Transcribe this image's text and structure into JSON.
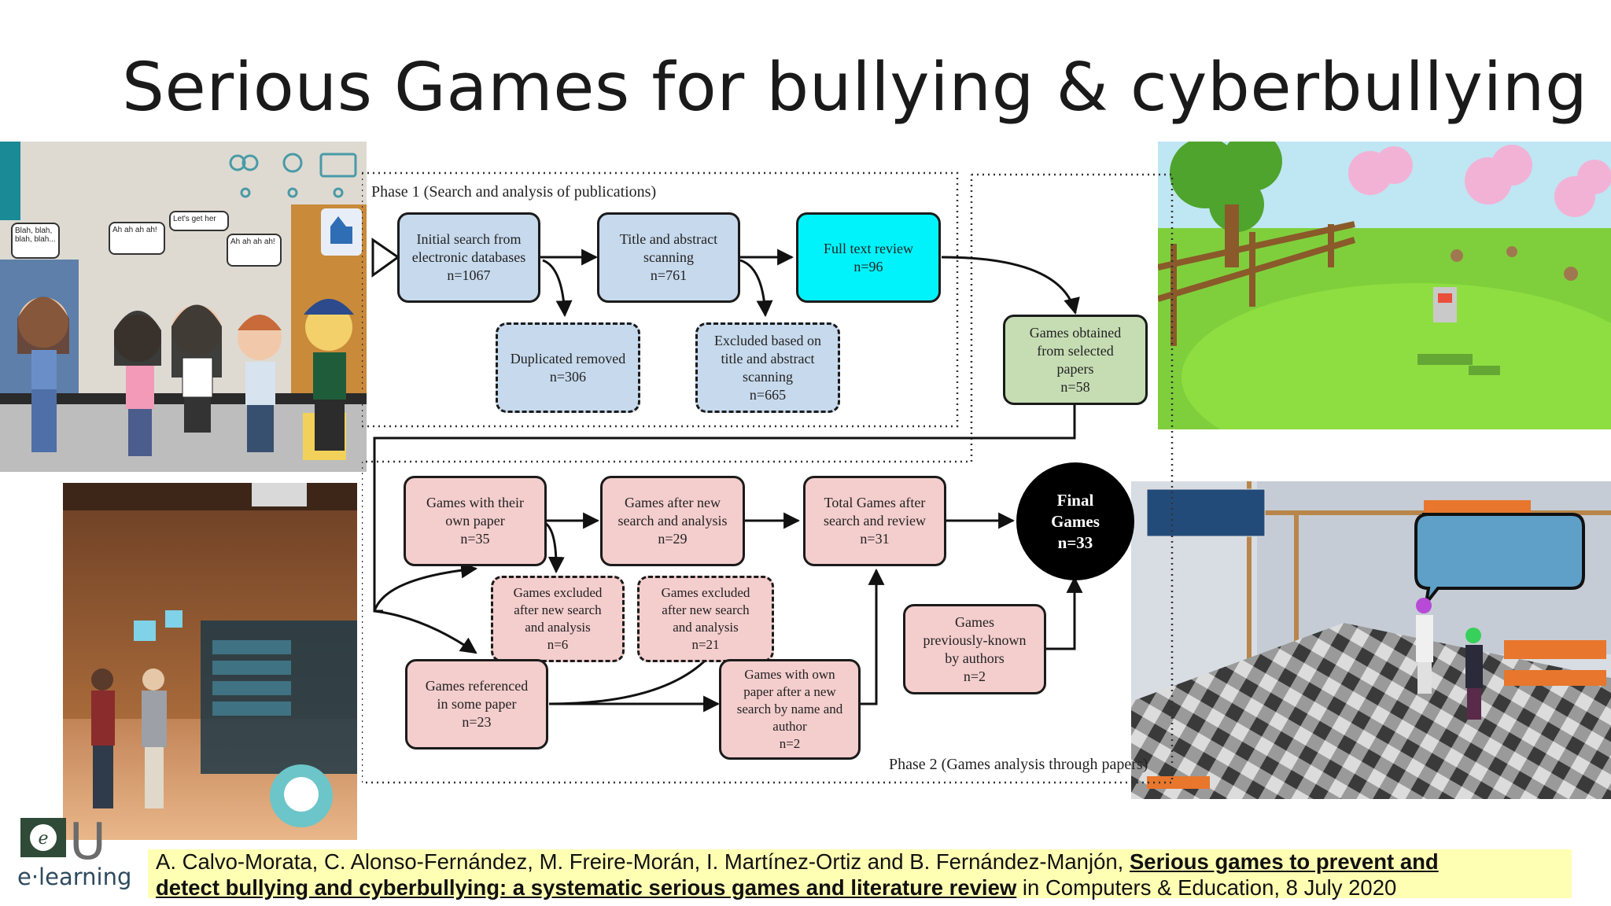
{
  "slide": {
    "title": "Serious Games for bullying & cyberbullying"
  },
  "diagram": {
    "phase1_label": "Phase 1 (Search and analysis of publications)",
    "phase2_label": "Phase 2 (Games analysis through papers)",
    "nodes": {
      "initial": {
        "l1": "Initial search from",
        "l2": "electronic databases",
        "l3": "n=1067"
      },
      "title_abs": {
        "l1": "Title and abstract",
        "l2": "scanning",
        "l3": "n=761"
      },
      "full_text": {
        "l1": "Full text review",
        "l2": "n=96"
      },
      "dup": {
        "l1": "Duplicated removed",
        "l2": "n=306"
      },
      "excl_title": {
        "l1": "Excluded based on",
        "l2": "title and abstract",
        "l3": "scanning",
        "l4": "n=665"
      },
      "games_obtained": {
        "l1": "Games obtained",
        "l2": "from selected",
        "l3": "papers",
        "l4": "n=58"
      },
      "own_paper": {
        "l1": "Games with their",
        "l2": "own paper",
        "l3": "n=35"
      },
      "after_search": {
        "l1": "Games after new",
        "l2": "search and analysis",
        "l3": "n=29"
      },
      "total": {
        "l1": "Total Games after",
        "l2": "search and review",
        "l3": "n=31"
      },
      "final": {
        "l1": "Final",
        "l2": "Games",
        "l3": "n=33"
      },
      "excl1": {
        "l1": "Games excluded",
        "l2": "after new search",
        "l3": "and analysis",
        "l4": "n=6"
      },
      "excl2": {
        "l1": "Games excluded",
        "l2": "after new search",
        "l3": "and analysis",
        "l4": "n=21"
      },
      "referenced": {
        "l1": "Games referenced",
        "l2": "in some paper",
        "l3": "n=23"
      },
      "own_after": {
        "l1": "Games with own",
        "l2": "paper after a new",
        "l3": "search by name and",
        "l4": "author",
        "l5": "n=2"
      },
      "prev_known": {
        "l1": "Games",
        "l2": "previously-known",
        "l3": "by authors",
        "l4": "n=2"
      }
    }
  },
  "game1": {
    "bubbles": [
      "Blah, blah, blah, blah...",
      "Ah ah ah ah!",
      "Let's get her",
      "Ah ah ah ah!"
    ]
  },
  "logo": {
    "text": "e·learning"
  },
  "reference": {
    "line1_plain": "A. Calvo-Morata, C. Alonso-Fernández, M. Freire-Morán, I. Martínez-Ortiz and B. Fernández-Manjón, ",
    "line1_bold": "Serious games to prevent and",
    "line2_bold": "detect bullying and cyberbullying: a systematic serious games and literature review",
    "line2_plain": " in Computers & Education, 8 July 2020"
  },
  "colors": {
    "blue_node": "#c7d9ec",
    "cyan_node": "#00f3fb",
    "green_node": "#c6ddb4",
    "pink_node": "#f4cdcd",
    "final_node": "#000000",
    "reference_bg": "#ffffb4"
  }
}
